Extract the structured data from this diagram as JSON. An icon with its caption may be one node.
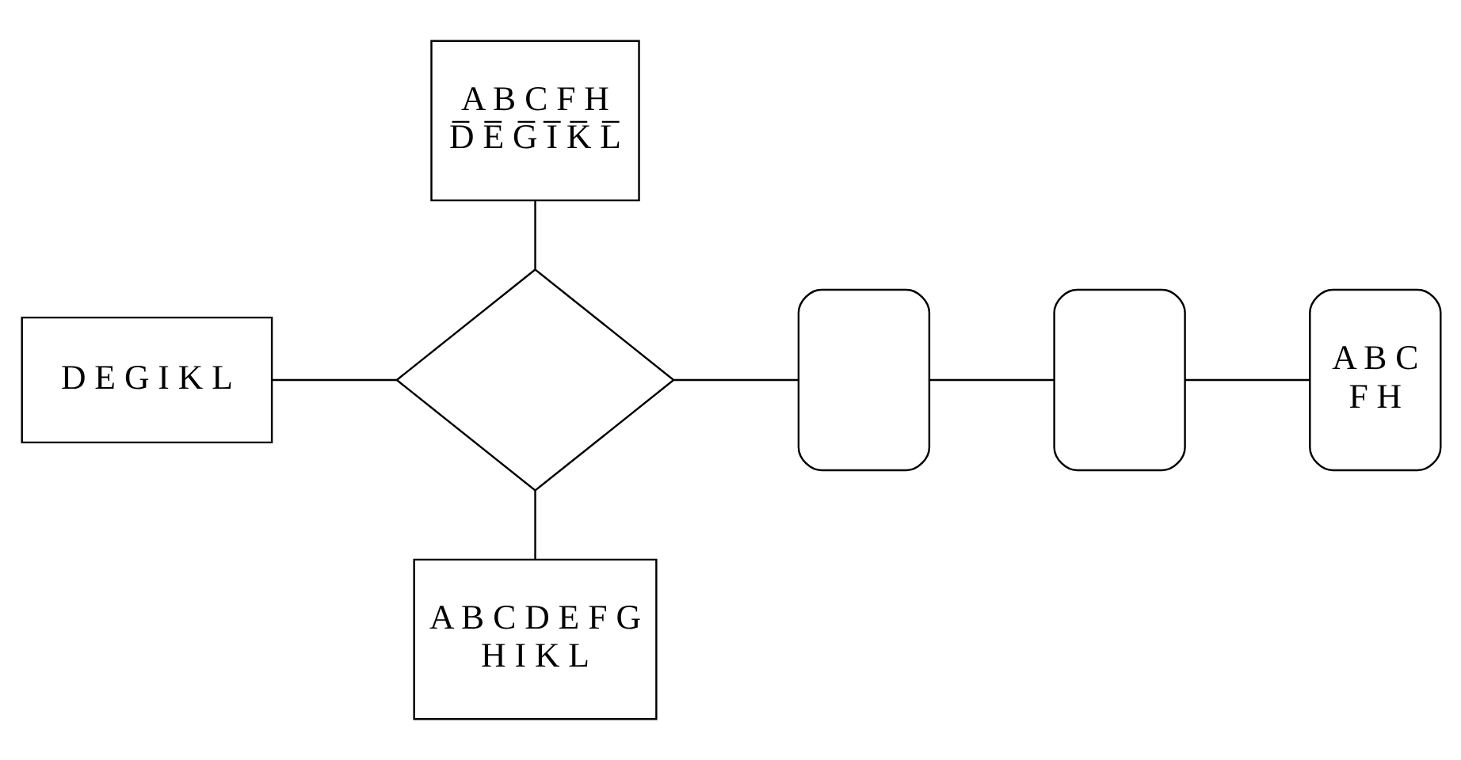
{
  "diagram": {
    "nodes": [
      {
        "text": [
          "A B C F H D̅ E̅ G̅ I̅ K̅ L̅"
        ]
      },
      {
        "text": [
          "D E G I K L"
        ]
      },
      {
        "text": [],
        "shape": "diamond"
      },
      {
        "text": [],
        "shape": "box"
      },
      {
        "text": [],
        "shape": "box"
      },
      {
        "text": [
          "A B C F H"
        ]
      },
      {
        "text": [
          "A B C D E F G H I K L"
        ]
      }
    ],
    "edges": [
      {
        "from": 1,
        "to": 2,
        "arrow": "none"
      },
      {
        "from": 0,
        "to": 2,
        "arrow": "none"
      },
      {
        "from": 2,
        "to": 6,
        "arrow": "none"
      },
      {
        "from": 2,
        "to": 3,
        "arrow": "none"
      },
      {
        "from": 3,
        "to": 4,
        "arrow": "none"
      },
      {
        "from": 4,
        "to": 5,
        "arrow": "none"
      }
    ]
  }
}
